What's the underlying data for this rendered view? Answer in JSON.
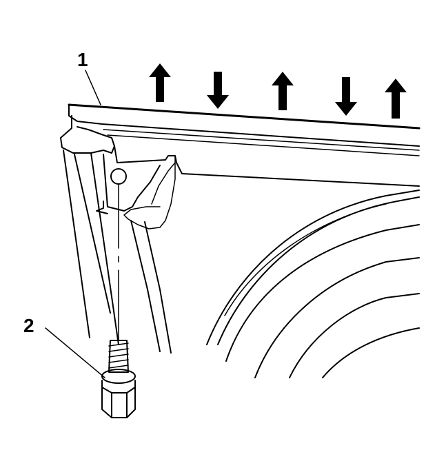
{
  "callouts": [
    {
      "label": "1"
    },
    {
      "label": "2"
    }
  ],
  "movement_arrows": [
    {
      "direction": "up"
    },
    {
      "direction": "down"
    },
    {
      "direction": "up"
    },
    {
      "direction": "down"
    },
    {
      "direction": "up"
    }
  ],
  "colors": {
    "line": "#000000",
    "background": "#ffffff"
  }
}
